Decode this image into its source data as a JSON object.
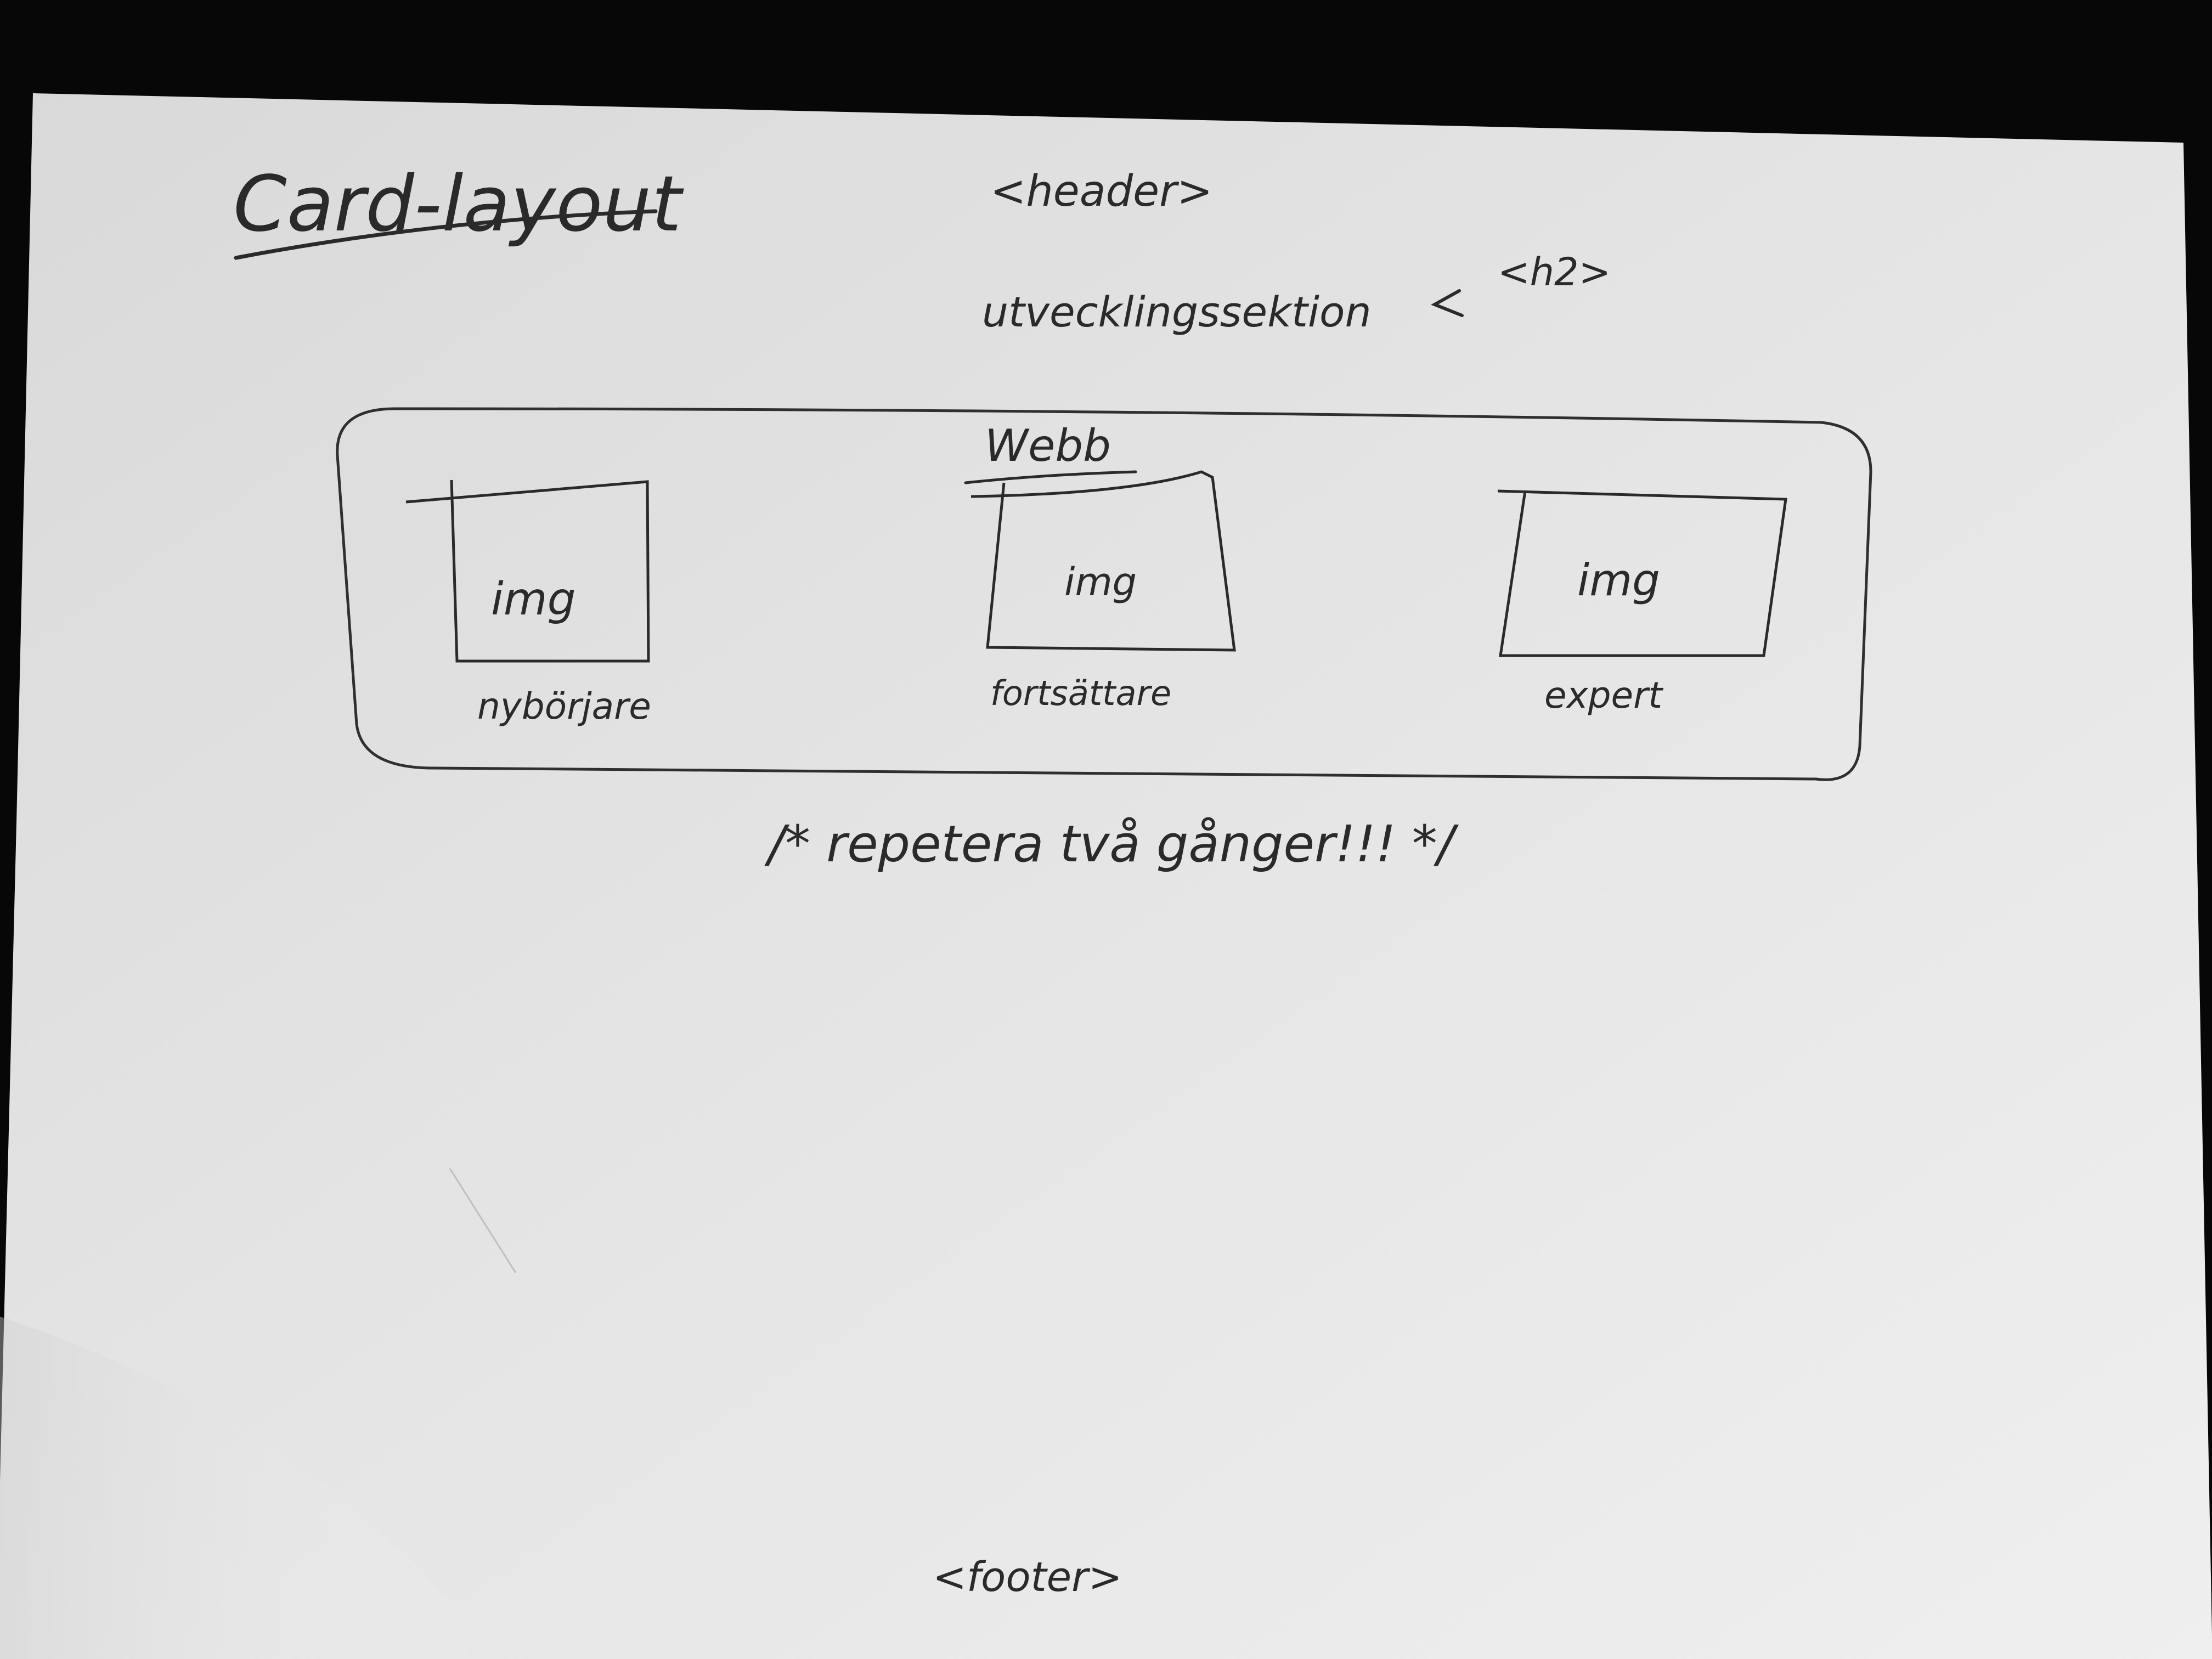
{
  "sketch": {
    "title": "Card-layout",
    "header_tag": "<header>",
    "section_label": "utvecklingssektion",
    "section_tag": "<h2>",
    "group_label": "Webb",
    "cards": [
      {
        "img_label": "img",
        "caption": "nybörjare"
      },
      {
        "img_label": "img",
        "caption": "fortsättare"
      },
      {
        "img_label": "img",
        "caption": "expert"
      }
    ],
    "comment": "/* repetera två gånger!!! */",
    "footer_tag": "<footer>"
  },
  "colors": {
    "background": "#070707",
    "paper": "#e9e9e9",
    "ink": "#2a2a2a"
  }
}
